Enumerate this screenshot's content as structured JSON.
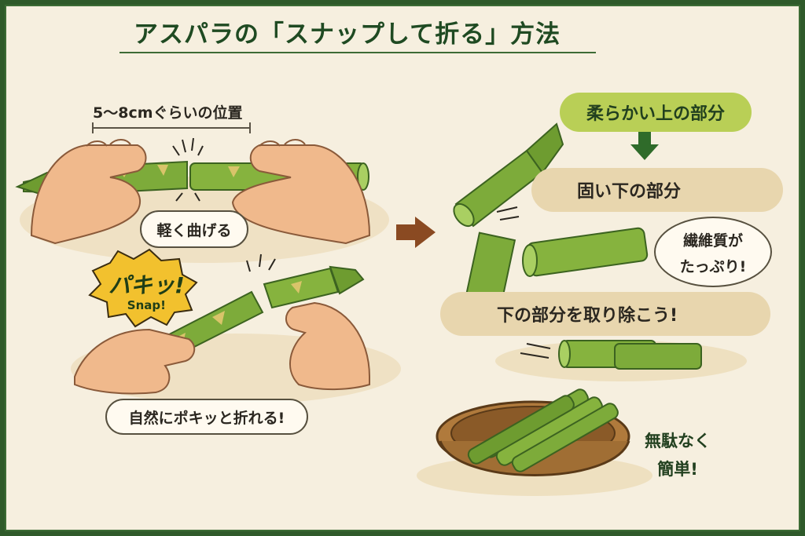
{
  "title": "アスパラの「スナップして折る」方法",
  "left": {
    "position_label": "5～8cmぐらいの位置",
    "bend_label": "軽く曲げる",
    "snap_jp": "パキッ!",
    "snap_en": "Snap!",
    "result_label": "自然にポキッと折れる!"
  },
  "right": {
    "top_label": "柔らかい上の部分",
    "hard_label": "固い下の部分",
    "fiber_line1": "繊維質が",
    "fiber_line2": "たっぷり!",
    "remove_label": "下の部分を取り除こう!",
    "basket_line1": "無駄なく",
    "basket_line2": "簡単!"
  },
  "colors": {
    "frame_border": "#2f5a2a",
    "background": "#f6efdf",
    "title": "#1f4a22",
    "asparagus": "#7dab3a",
    "asparagus_dark": "#4c7d24",
    "skin": "#f0b98c",
    "burst": "#f2c12e",
    "arrow_brown": "#8a4a22",
    "arrow_green": "#2f6b2a"
  }
}
